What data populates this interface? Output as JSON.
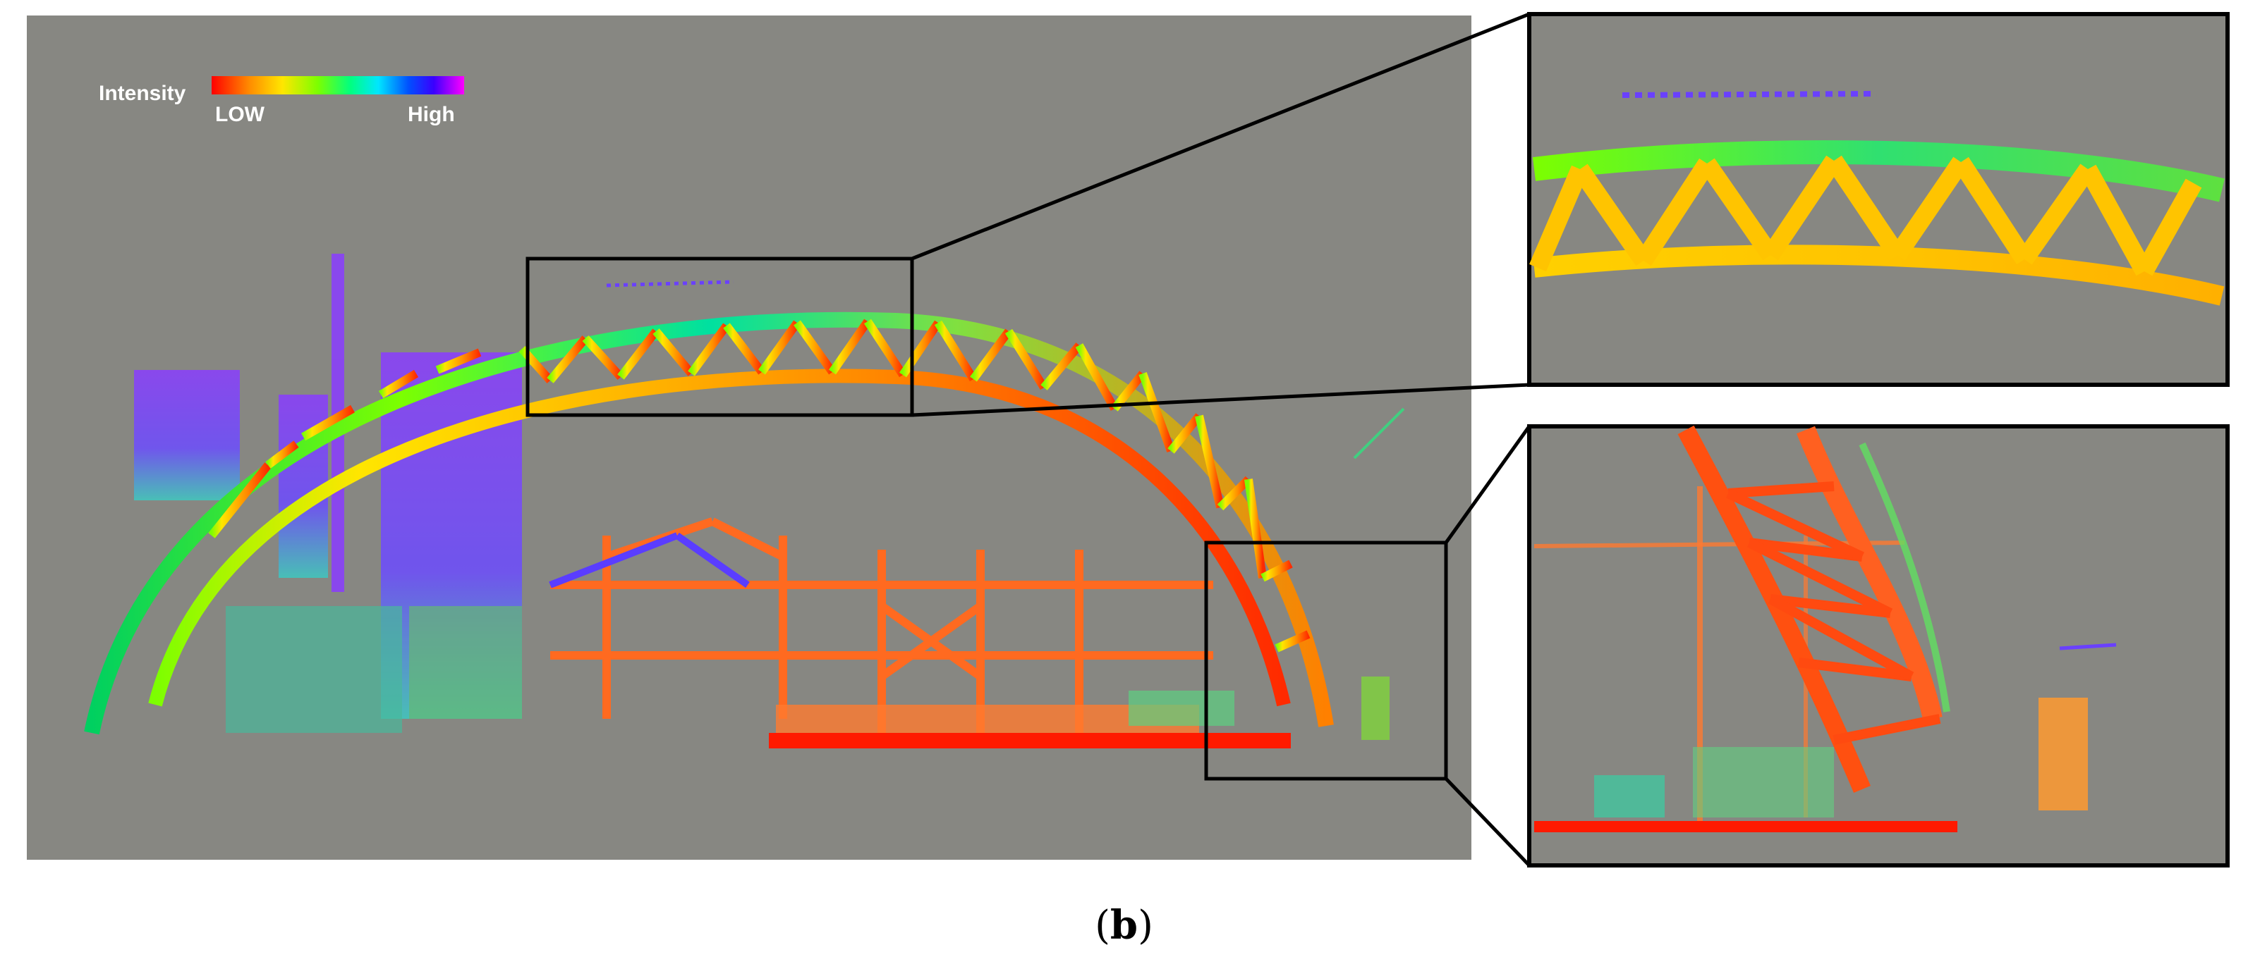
{
  "legend": {
    "title": "Intensity",
    "low_label": "LOW",
    "high_label": "High",
    "gradient_colors": [
      "#ff0000",
      "#ff8c00",
      "#ffe600",
      "#7cff00",
      "#00ff80",
      "#00e6ff",
      "#0050ff",
      "#3a00ff",
      "#ff00ff"
    ]
  },
  "caption": {
    "open": "(",
    "letter": "b",
    "close": ")"
  },
  "colors": {
    "background": "#878782",
    "frame": "#000000",
    "page": "#ffffff"
  },
  "image_description_icons": [
    "point-cloud-arch-truss",
    "zoom-inset-top",
    "zoom-inset-bottom"
  ]
}
